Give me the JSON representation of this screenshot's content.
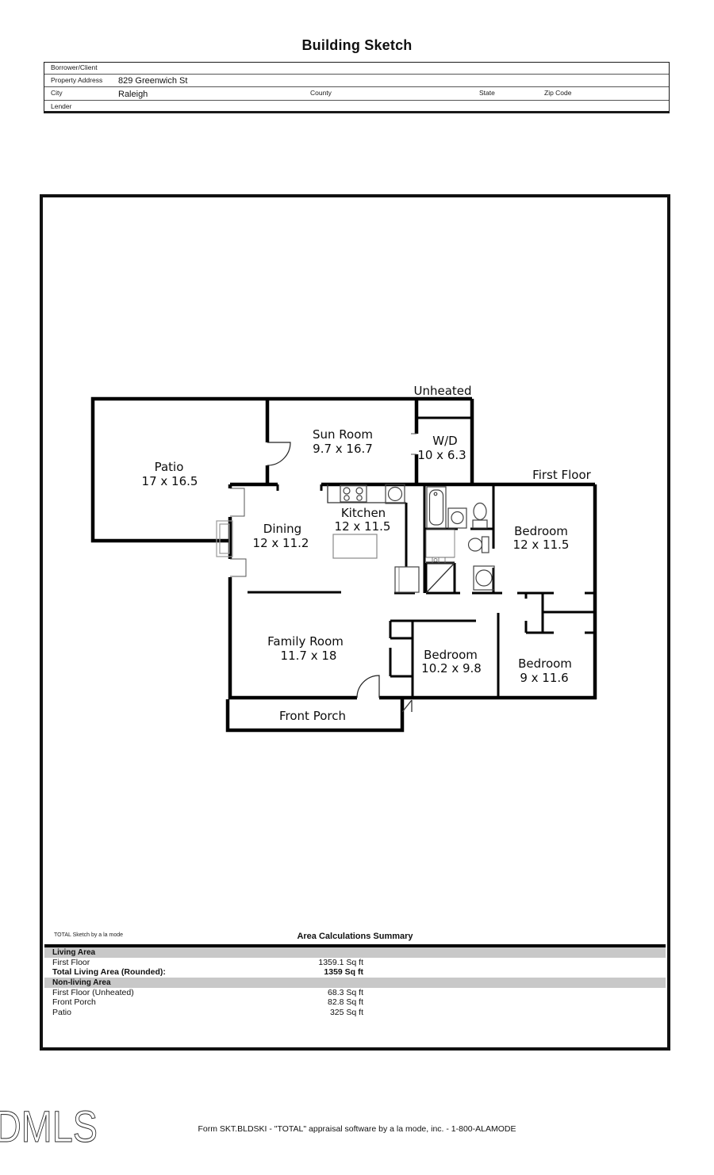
{
  "title": "Building Sketch",
  "header": {
    "borrower_label": "Borrower/Client",
    "property_address_label": "Property Address",
    "property_address_value": "829 Greenwich St",
    "city_label": "City",
    "city_value": "Raleigh",
    "county_label": "County",
    "state_label": "State",
    "zip_label": "Zip Code",
    "lender_label": "Lender"
  },
  "plan": {
    "area_labels": {
      "unheated": "Unheated",
      "first_floor": "First Floor"
    },
    "rooms": {
      "patio": {
        "name": "Patio",
        "dims": "17 x 16.5"
      },
      "sun_room": {
        "name": "Sun Room",
        "dims": "9.7 x 16.7"
      },
      "wd": {
        "name": "W/D",
        "dims": "10 x 6.3"
      },
      "dining": {
        "name": "Dining",
        "dims": "12 x 11.2"
      },
      "kitchen": {
        "name": "Kitchen",
        "dims": "12 x 11.5"
      },
      "bedroom_ne": {
        "name": "Bedroom",
        "dims": "12 x 11.5"
      },
      "family_room": {
        "name": "Family Room",
        "dims": "11.7 x 18"
      },
      "bedroom_s": {
        "name": "Bedroom",
        "dims": "10.2 x 9.8"
      },
      "bedroom_se": {
        "name": "Bedroom",
        "dims": "9 x 11.6"
      },
      "front_porch": {
        "name": "Front Porch"
      }
    }
  },
  "summary": {
    "watermark": "TOTAL Sketch by a la mode",
    "heading": "Area Calculations Summary",
    "living_header": "Living Area",
    "living_rows": [
      {
        "label": "First Floor",
        "value": "1359.1 Sq ft"
      },
      {
        "label": "Total Living Area (Rounded):",
        "value": "1359 Sq ft"
      }
    ],
    "nonliving_header": "Non-living Area",
    "nonliving_rows": [
      {
        "label": "First Floor (Unheated)",
        "value": "68.3 Sq ft"
      },
      {
        "label": "Front Porch",
        "value": "82.8 Sq ft"
      },
      {
        "label": "Patio",
        "value": "325 Sq ft"
      }
    ]
  },
  "footer": {
    "logo": "DMLS",
    "form_line": "Form SKT.BLDSKI - \"TOTAL\" appraisal software by a la mode, inc. - 1-800-ALAMODE"
  }
}
